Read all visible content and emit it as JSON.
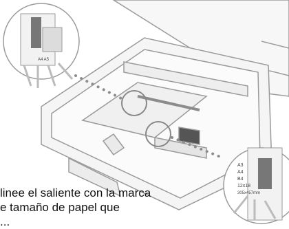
{
  "illustration": {
    "subject": "paper-tray-illustration",
    "left_zoom_label": "A4 A5",
    "right_zoom_labels": [
      "A3",
      "A4",
      "B4",
      "12x18",
      "305x457mm"
    ]
  },
  "caption": {
    "lines": [
      "linee el saliente con la marca",
      "e tamaño de papel que",
      "..."
    ]
  },
  "colors": {
    "line": "#8a8a8a",
    "fill": "#f4f4f4",
    "accent": "#8c8c8c",
    "text": "#111111"
  }
}
